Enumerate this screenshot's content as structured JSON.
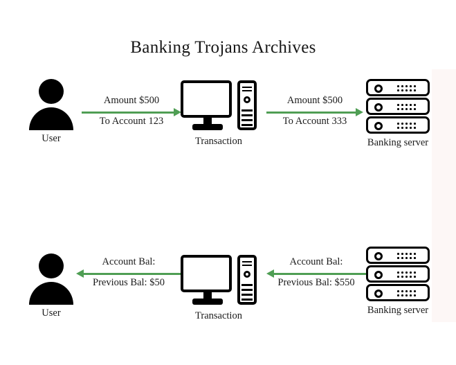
{
  "page": {
    "title": "Banking Trojans Archives",
    "accent_green": "#4f9e54",
    "icon_black": "#000000",
    "strip_color": "#fdf7f6",
    "background": "#ffffff"
  },
  "flows": {
    "outgoing": {
      "user_label": "User",
      "transaction_label": "Transaction",
      "server_label": "Banking server",
      "arrow1": {
        "line_top": "Amount $500",
        "line_bottom": "To Account 123",
        "direction": "right"
      },
      "arrow2": {
        "line_top": "Amount $500",
        "line_bottom": "To Account 333",
        "direction": "right"
      }
    },
    "incoming": {
      "user_label": "User",
      "transaction_label": "Transaction",
      "server_label": "Banking server",
      "arrow1": {
        "line_top": "Account Bal:",
        "line_bottom": "Previous Bal: $50",
        "direction": "left"
      },
      "arrow2": {
        "line_top": "Account Bal:",
        "line_bottom": "Previous Bal: $550",
        "direction": "left"
      }
    }
  }
}
